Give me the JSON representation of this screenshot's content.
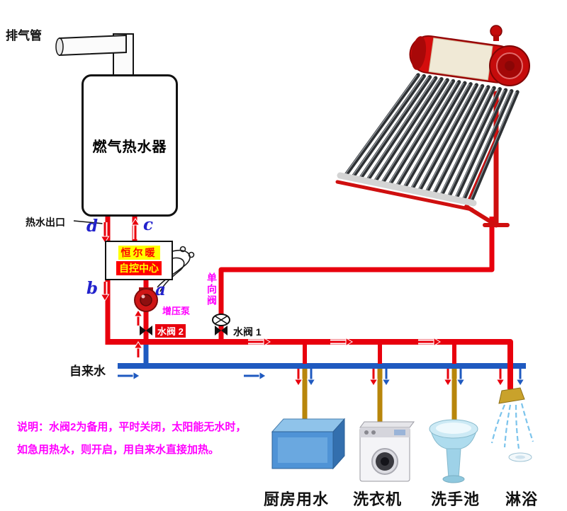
{
  "labels": {
    "exhaust_pipe": "排气管",
    "gas_heater": "燃气热水器",
    "hot_water_outlet": "热水出口",
    "point_d": "d",
    "point_c": "c",
    "point_b": "b",
    "point_a": "a",
    "controller_line1": "恒尔暖",
    "controller_line2": "自控中心",
    "booster_pump": "增压泵",
    "check_valve": "单向阀",
    "valve2": "水阀 2",
    "valve1": "水阀 1",
    "tap_water": "自来水"
  },
  "note": {
    "line1": "说明：水阀2为备用，平时关闭，太阳能无水时，",
    "line2": "如急用热水，则开启，用自来水直接加热。"
  },
  "appliances": [
    {
      "label": "厨房用水"
    },
    {
      "label": "洗衣机"
    },
    {
      "label": "洗手池"
    },
    {
      "label": "淋浴"
    }
  ],
  "colors": {
    "hot_pipe": "#e8000d",
    "cold_pipe": "#1f5ac0",
    "appliance_pipe": "#b8860b",
    "note_text": "#ff00ff",
    "point_label": "#2222cc",
    "valve2_bg": "#e8000d",
    "controller_line1_fg": "#ff0000",
    "controller_line1_bg": "#ffff00",
    "controller_line2_fg": "#ffff00",
    "controller_line2_bg": "#ff0000"
  },
  "icons": {
    "valve": "bowtie-valve-icon",
    "check_valve": "oval-cross-valve-icon",
    "pump": "circular-pump-icon",
    "flow_arrow": "flow-arrow-icon"
  }
}
